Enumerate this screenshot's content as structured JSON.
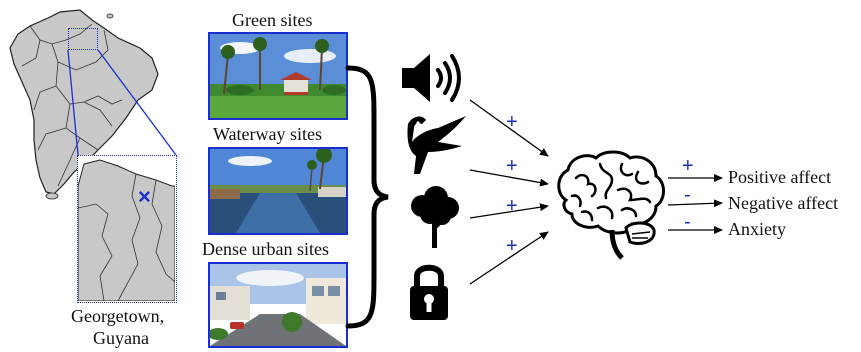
{
  "map": {
    "location_label_line1": "Georgetown,",
    "location_label_line2": "Guyana",
    "marker_symbol": "×",
    "land_color": "#c8c8c8",
    "accent_color": "#1a2fd0"
  },
  "sites": [
    {
      "label": "Green sites",
      "photo": "park-with-palm-trees-and-gazebo"
    },
    {
      "label": "Waterway sites",
      "photo": "canal-with-palm-trees"
    },
    {
      "label": "Dense urban sites",
      "photo": "residential-street"
    }
  ],
  "exposures": [
    {
      "icon": "speaker-icon",
      "sign": "+"
    },
    {
      "icon": "parrot-icon",
      "sign": "+"
    },
    {
      "icon": "tree-icon",
      "sign": "+"
    },
    {
      "icon": "lock-icon",
      "sign": "+"
    }
  ],
  "outcomes": [
    {
      "label": "Positive affect",
      "sign": "+"
    },
    {
      "label": "Negative affect",
      "sign": "-"
    },
    {
      "label": "Anxiety",
      "sign": "-"
    }
  ]
}
